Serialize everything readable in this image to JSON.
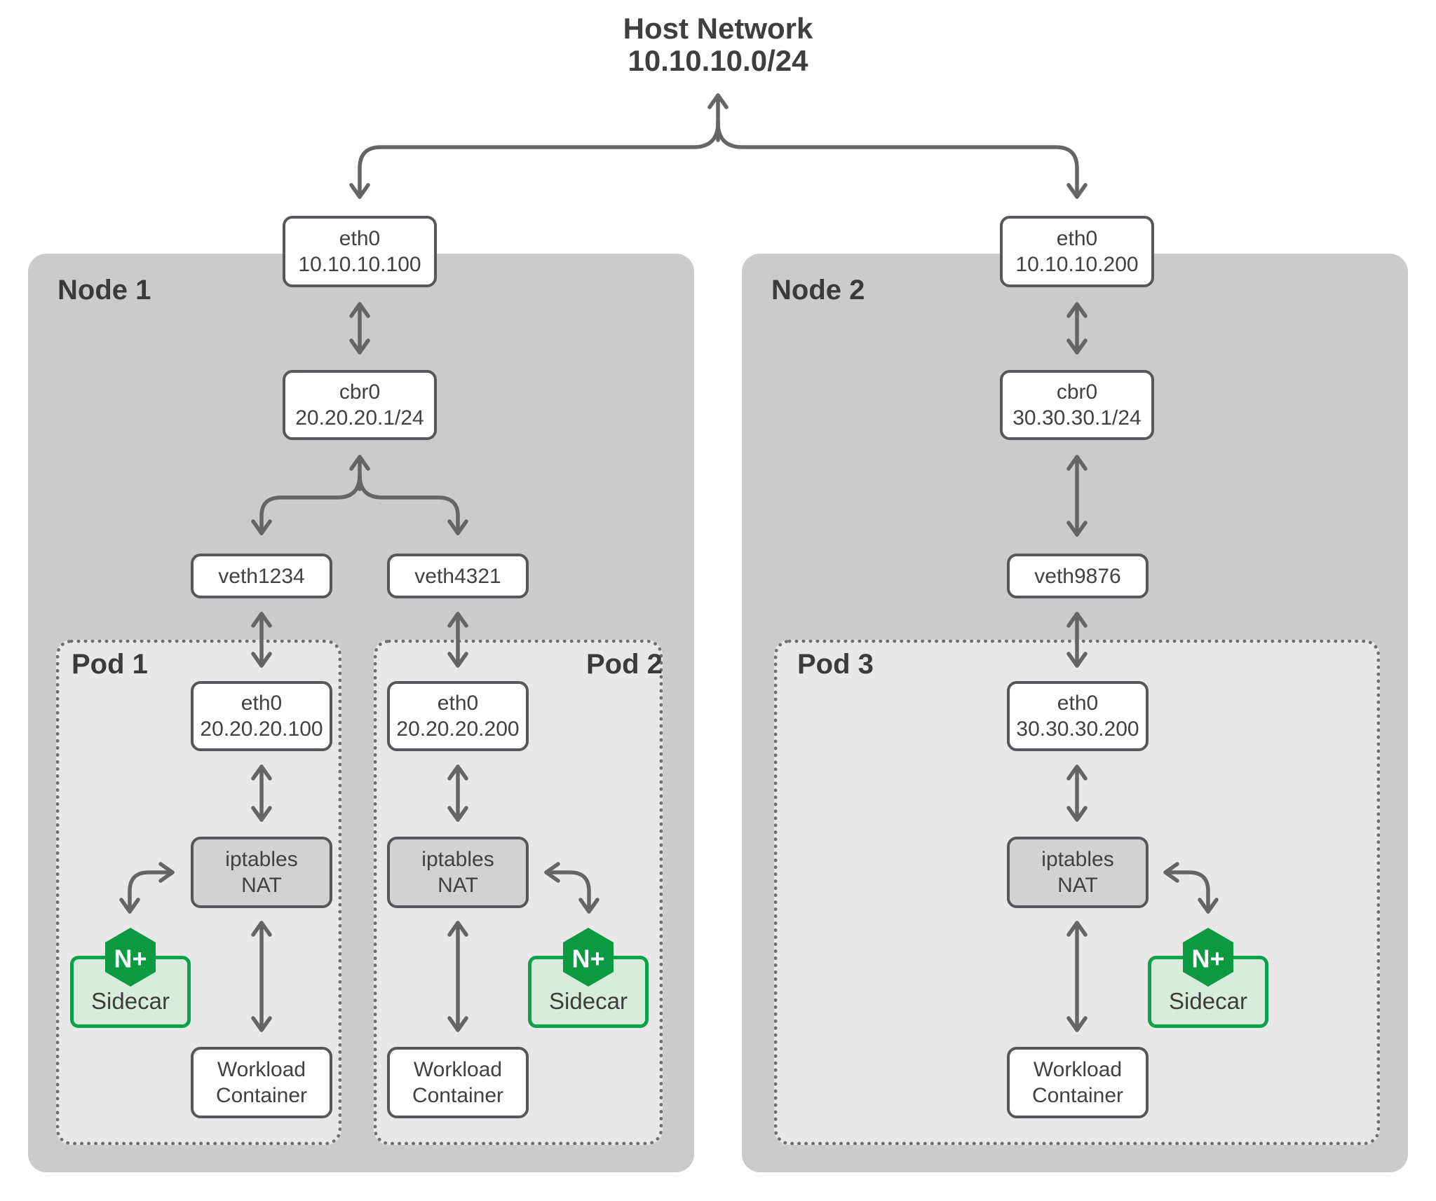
{
  "title": {
    "line1": "Host Network",
    "line2": "10.10.10.0/24"
  },
  "nodes": {
    "node1": {
      "label": "Node 1",
      "eth0": {
        "line1": "eth0",
        "line2": "10.10.10.100"
      },
      "cbr0": {
        "line1": "cbr0",
        "line2": "20.20.20.1/24"
      },
      "veth_left": "veth1234",
      "veth_right": "veth4321"
    },
    "node2": {
      "label": "Node 2",
      "eth0": {
        "line1": "eth0",
        "line2": "10.10.10.200"
      },
      "cbr0": {
        "line1": "cbr0",
        "line2": "30.30.30.1/24"
      },
      "veth": "veth9876"
    }
  },
  "pods": {
    "pod1": {
      "label": "Pod 1",
      "eth0": {
        "line1": "eth0",
        "line2": "20.20.20.100"
      },
      "nat": {
        "line1": "iptables",
        "line2": "NAT"
      },
      "logo": "N+",
      "sidecar": "Sidecar",
      "workload": {
        "line1": "Workload",
        "line2": "Container"
      }
    },
    "pod2": {
      "label": "Pod 2",
      "eth0": {
        "line1": "eth0",
        "line2": "20.20.20.200"
      },
      "nat": {
        "line1": "iptables",
        "line2": "NAT"
      },
      "logo": "N+",
      "sidecar": "Sidecar",
      "workload": {
        "line1": "Workload",
        "line2": "Container"
      }
    },
    "pod3": {
      "label": "Pod 3",
      "eth0": {
        "line1": "eth0",
        "line2": "30.30.30.200"
      },
      "nat": {
        "line1": "iptables",
        "line2": "NAT"
      },
      "logo": "N+",
      "sidecar": "Sidecar",
      "workload": {
        "line1": "Workload",
        "line2": "Container"
      }
    }
  },
  "colors": {
    "node_fill": "#cbcbcb",
    "pod_fill": "#e8e8e8",
    "nat_fill": "#d2d2d2",
    "box_border": "#56575a",
    "arrow": "#656565",
    "sidecar_fill": "#d8ecdb",
    "sidecar_border": "#0ba04a",
    "nginx_green": "#0b9a42",
    "text": "#414042"
  }
}
